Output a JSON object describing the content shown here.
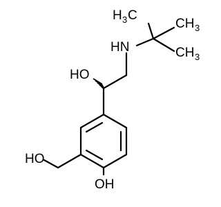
{
  "molecule": {
    "atom_labels": {
      "nh": "HN",
      "ch3_top": "H",
      "ch3_top_sub": "3",
      "ch3_top_c": "C",
      "ch3_top_right": "CH",
      "ch3_top_right_sub": "3",
      "ch3_bottom_right": "CH",
      "ch3_bottom_right_sub": "3",
      "oh_alcohol": "HO",
      "oh_benzylic": "HO",
      "oh_phenol": "OH"
    },
    "colors": {
      "bond": "#000000",
      "text": "#000000",
      "background": "#ffffff"
    }
  }
}
